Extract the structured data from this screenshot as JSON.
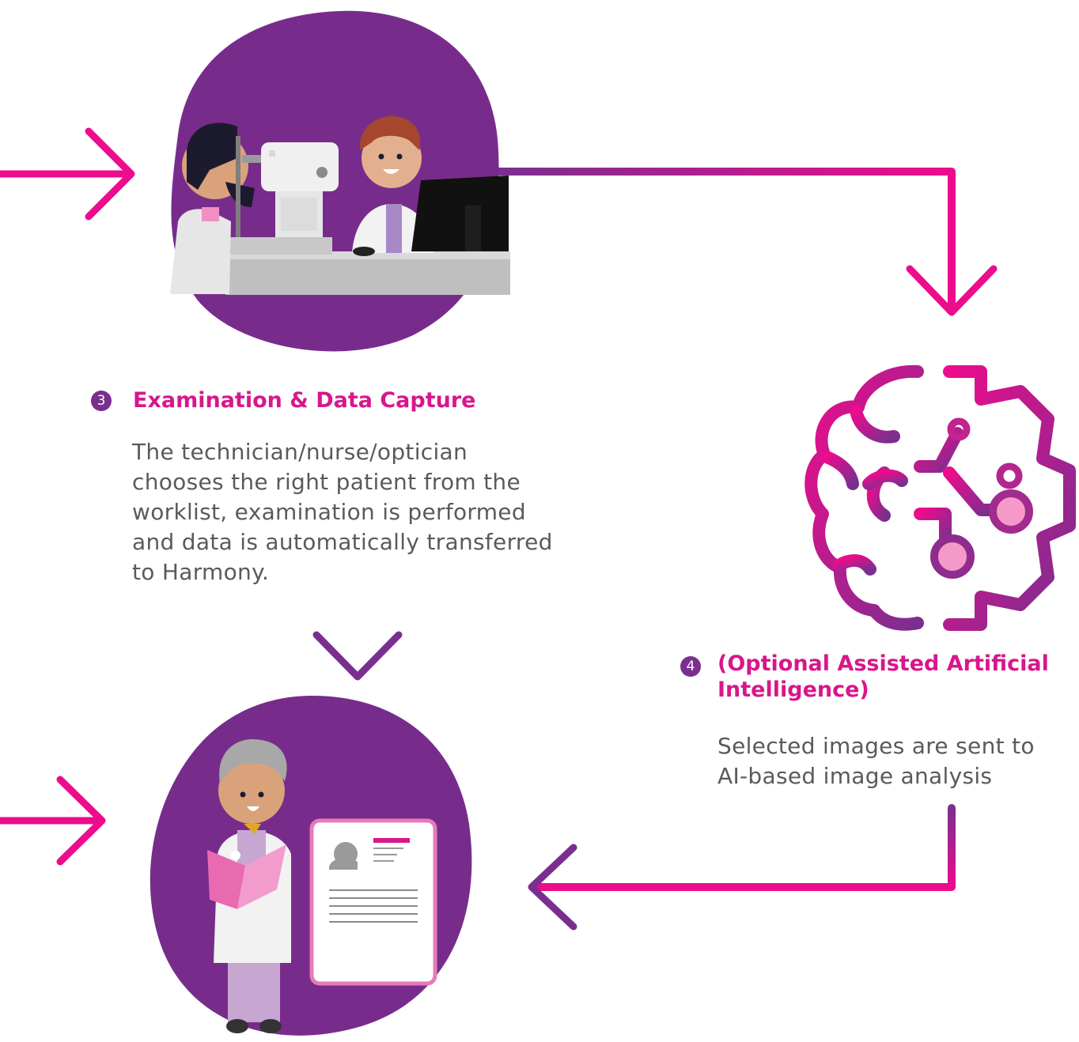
{
  "steps": [
    {
      "number": "3",
      "title": "Examination & Data Capture",
      "description_lines": [
        "The technician/nurse/optician",
        "chooses the right patient from the",
        "worklist, examination is performed",
        "and data is automatically transferred",
        "to Harmony."
      ]
    },
    {
      "number": "4",
      "title_lines": [
        "(Optional Assisted Artificial",
        "Intelligence)"
      ],
      "description_lines": [
        "Selected images are sent to",
        "AI-based image analysis"
      ]
    }
  ],
  "icons": [
    "eye-exam-illustration",
    "ai-brain-gear-icon",
    "doctor-report-illustration",
    "flow-arrow-icon"
  ],
  "colors": {
    "purple": "#772c8c",
    "magenta": "#ec0c8c",
    "title": "#d8168c",
    "text": "#5a5a5a"
  }
}
